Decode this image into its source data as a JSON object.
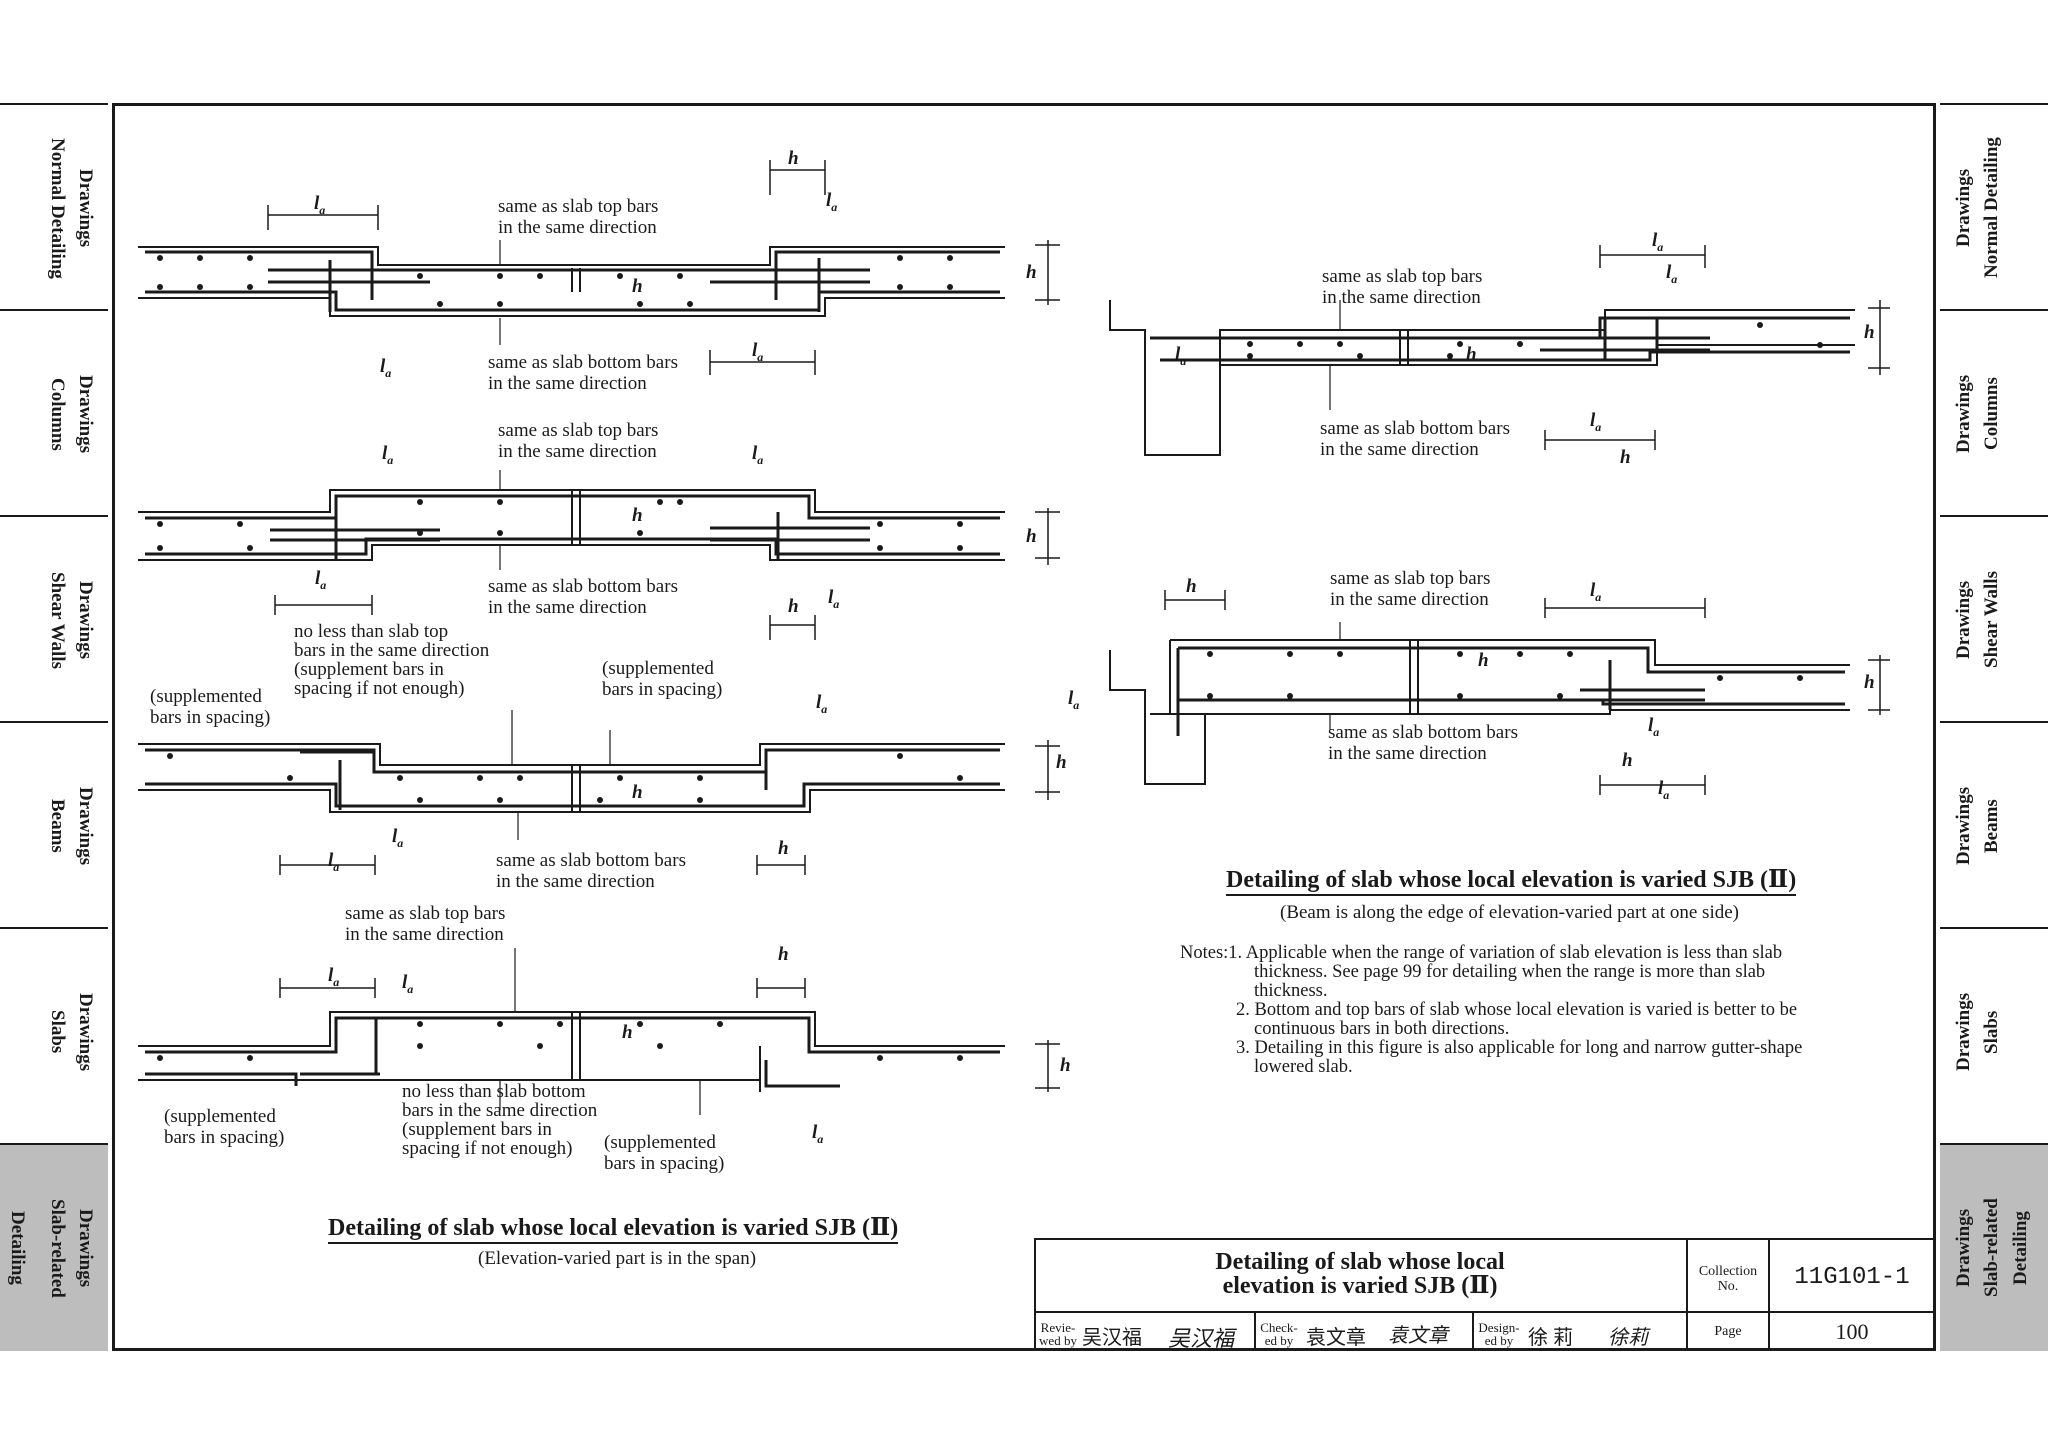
{
  "side_tabs": {
    "left": [
      {
        "line1": "Drawings",
        "line2": "Normal Detailing",
        "active": false
      },
      {
        "line1": "Drawings",
        "line2": "Columns",
        "active": false
      },
      {
        "line1": "Drawings",
        "line2": "Shear Walls",
        "active": false
      },
      {
        "line1": "Drawings",
        "line2": "Beams",
        "active": false
      },
      {
        "line1": "Drawings",
        "line2": "Slabs",
        "active": false
      },
      {
        "line1": "Drawings",
        "line2": "Slab-related",
        "line3": "Detailing",
        "active": true
      }
    ],
    "right": [
      {
        "line1": "Drawings",
        "line2": "Normal Detailing",
        "active": false
      },
      {
        "line1": "Drawings",
        "line2": "Columns",
        "active": false
      },
      {
        "line1": "Drawings",
        "line2": "Shear Walls",
        "active": false
      },
      {
        "line1": "Drawings",
        "line2": "Beams",
        "active": false
      },
      {
        "line1": "Drawings",
        "line2": "Slabs",
        "active": false
      },
      {
        "line1": "Drawings",
        "line2": "Slab-related",
        "line3": "Detailing",
        "active": true
      }
    ]
  },
  "symbols": {
    "la": "l",
    "la_sub": "a",
    "h": "h"
  },
  "labels": {
    "top_same_dir_1": "same as slab top bars",
    "top_same_dir_2": "in the same direction",
    "bottom_same_dir_1": "same as slab bottom bars",
    "bottom_same_dir_2": "in the same direction",
    "supp_1": "(supplemented",
    "supp_2": "bars in spacing)",
    "supp_alt": "(supplemented bars in spacing)",
    "no_less_top_1": "no less than slab top",
    "no_less_top_2": "bars in the same direction",
    "no_less_top_3": "(supplement bars in",
    "no_less_top_4": "spacing if not enough)",
    "no_less_bot_1": "no less than slab bottom",
    "no_less_bot_2": "bars in the same direction",
    "no_less_bot_3": "(supplement bars in",
    "no_less_bot_4": "spacing if not enough)"
  },
  "captions": {
    "left_title": "Detailing of slab whose local elevation is varied SJB (Ⅱ)",
    "left_sub": "(Elevation-varied part is in the span)",
    "right_title": "Detailing of slab whose local elevation is varied SJB (Ⅱ)",
    "right_sub": "(Beam is along the edge of elevation-varied part at one side)"
  },
  "notes": {
    "n1_a": "Notes:1. Applicable when the range of variation of slab elevation is less than slab",
    "n1_b": "thickness. See page 99 for detailing when the range is more than slab",
    "n1_c": "thickness.",
    "n2_a": "2. Bottom and top bars of slab whose local elevation is varied is better to be",
    "n2_b": "continuous bars in both directions.",
    "n3_a": "3. Detailing in this figure is also applicable for long and narrow gutter-shape",
    "n3_b": "lowered slab."
  },
  "title_block": {
    "title_1": "Detailing of slab whose local",
    "title_2": "elevation is varied SJB (Ⅱ)",
    "collection_label_1": "Collection",
    "collection_label_2": "No.",
    "collection_no": "11G101-1",
    "reviewed_label_1": "Revie-",
    "reviewed_label_2": "wed by",
    "reviewed_name": "吴汉福",
    "reviewed_sign": "吴汉福",
    "checked_label_1": "Check-",
    "checked_label_2": "ed by",
    "checked_name": "袁文章",
    "checked_sign": "袁文章",
    "designed_label_1": "Design-",
    "designed_label_2": "ed by",
    "designed_name": "徐 莉",
    "designed_sign": "徐莉",
    "page_label": "Page",
    "page_no": "100"
  }
}
